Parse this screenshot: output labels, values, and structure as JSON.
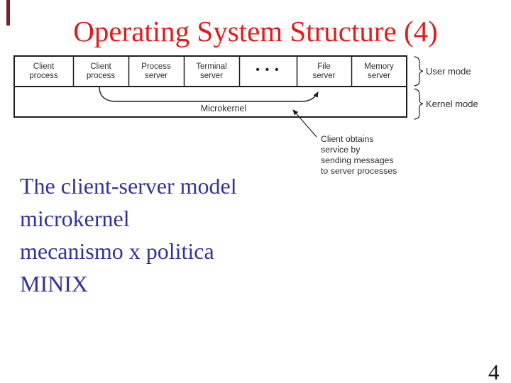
{
  "slide": {
    "title": "Operating System Structure (4)",
    "page_number": "4",
    "bullets": {
      "line1": "The client-server model",
      "line2": "microkernel",
      "line3": "mecanismo x politica",
      "line4": "MINIX"
    }
  },
  "diagram": {
    "boxes": [
      {
        "l1": "Client",
        "l2": "process"
      },
      {
        "l1": "Client",
        "l2": "process"
      },
      {
        "l1": "Process",
        "l2": "server"
      },
      {
        "l1": "Terminal",
        "l2": "server"
      },
      {
        "l1": "File",
        "l2": "server"
      },
      {
        "l1": "Memory",
        "l2": "server"
      }
    ],
    "ellipsis": "• • •",
    "kernel_label": "Microkernel",
    "user_mode_label": "User mode",
    "kernel_mode_label": "Kernel mode",
    "annotation": "Client obtains\nservice by\nsending messages\nto server processes"
  },
  "colors": {
    "title_red": "#e01c1c",
    "body_navy": "#32329a",
    "accent_maroon": "#7a1e28",
    "diagram_line": "#1c1c1c"
  }
}
